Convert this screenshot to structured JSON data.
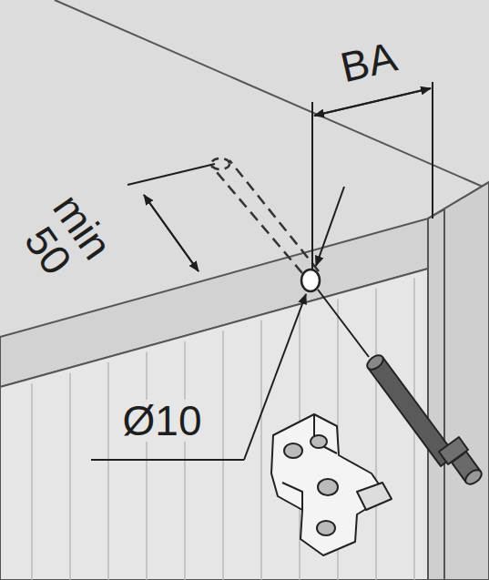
{
  "diagram": {
    "labels": [
      "BA",
      "min 50",
      "Ø10"
    ]
  }
}
